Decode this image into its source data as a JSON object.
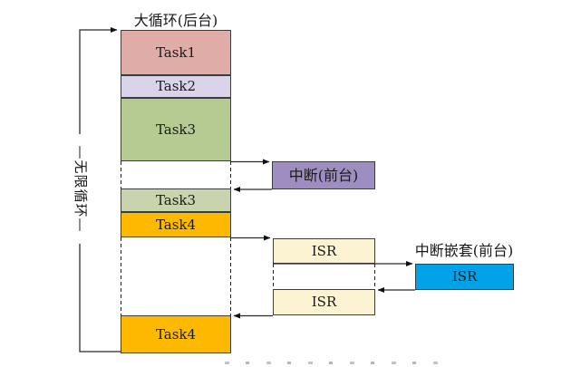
{
  "diagram": {
    "title": "大循环(后台)",
    "loop_label": "—无限循环—",
    "background_tasks": [
      {
        "label": "Task1",
        "color": "#DFACA8"
      },
      {
        "label": "Task2",
        "color": "#D9D4E9"
      },
      {
        "label": "Task3",
        "color": "#B5CB92"
      },
      {
        "label": "Task3",
        "color": "#C7D4AE"
      },
      {
        "label": "Task4",
        "color": "#FCB900"
      },
      {
        "label": "Task4",
        "color": "#FCB900"
      }
    ],
    "interrupt_box": {
      "label": "中断(前台)",
      "color": "#9D8DC1"
    },
    "isr_boxes": [
      {
        "label": "ISR",
        "color": "#FCF3D2"
      },
      {
        "label": "ISR",
        "color": "#FCF3D2"
      }
    ],
    "nested_interrupt": {
      "caption": "中断嵌套(前台)",
      "box_label": "ISR",
      "color": "#00A2E8"
    },
    "line_color": "#2b2b2b"
  }
}
